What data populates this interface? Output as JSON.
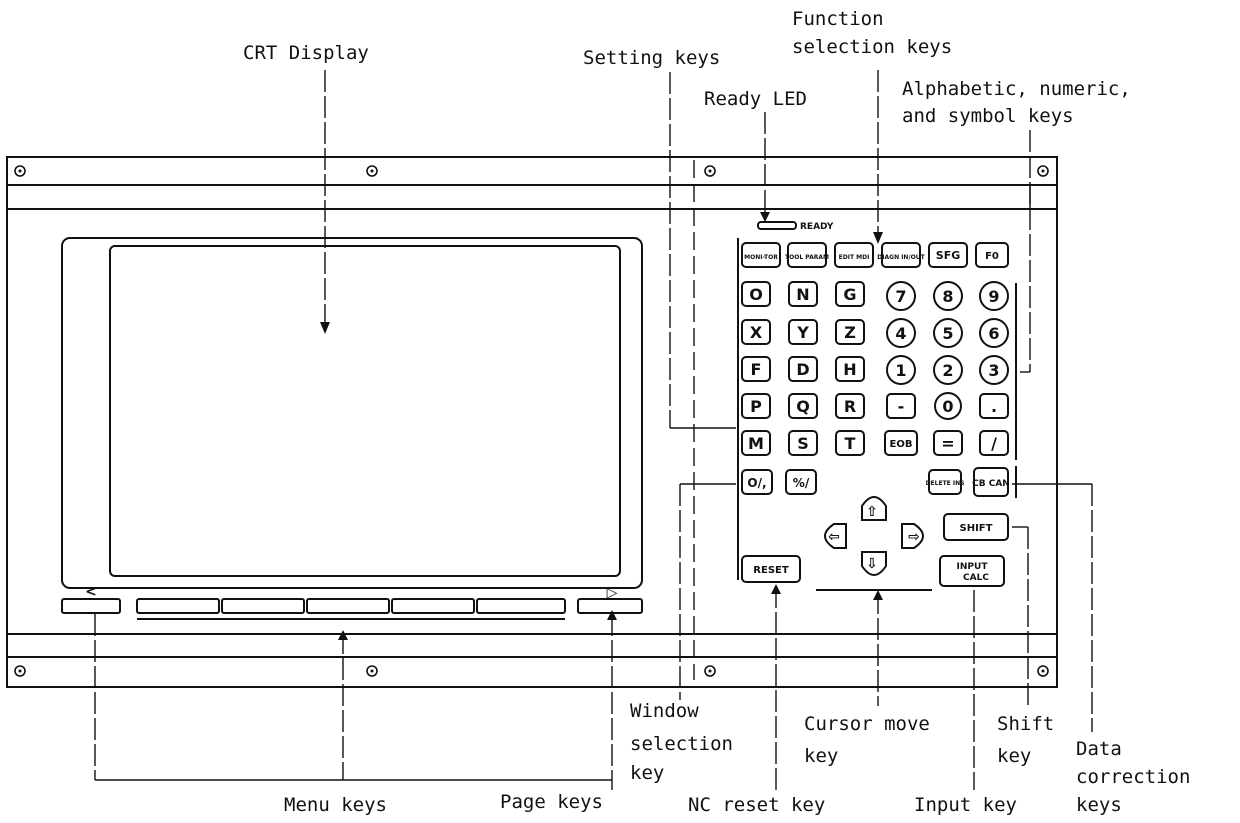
{
  "labels": {
    "crt_display": "CRT Display",
    "setting_keys": "Setting keys",
    "function_selection_keys_1": "Function",
    "function_selection_keys_2": "selection keys",
    "ready_led": "Ready LED",
    "alpha_keys_1": "Alphabetic, numeric,",
    "alpha_keys_2": "and symbol keys",
    "window_selection_key_1": "Window",
    "window_selection_key_2": "selection",
    "window_selection_key_3": "key",
    "cursor_move_key_1": "Cursor move",
    "cursor_move_key_2": "key",
    "shift_key_1": "Shift",
    "shift_key_2": "key",
    "data_correction_keys_1": "Data",
    "data_correction_keys_2": "correction",
    "data_correction_keys_3": "keys",
    "menu_keys": "Menu keys",
    "page_keys": "Page keys",
    "nc_reset_key": "NC reset key",
    "input_key": "Input key"
  },
  "panel": {
    "ready_text": "READY",
    "function_keys": [
      "MONI-TOR",
      "TOOL PARAM",
      "EDIT MDI",
      "DIAGN IN/OUT",
      "SFG",
      "F0"
    ],
    "alpha_rows": [
      [
        "O",
        "N",
        "G"
      ],
      [
        "X",
        "Y",
        "Z"
      ],
      [
        "F",
        "D",
        "H"
      ],
      [
        "P",
        "Q",
        "R"
      ],
      [
        "M",
        "S",
        "T"
      ]
    ],
    "numeric_rows": [
      [
        "7",
        "8",
        "9"
      ],
      [
        "4",
        "5",
        "6"
      ],
      [
        "1",
        "2",
        "3"
      ],
      [
        "-",
        "0",
        "."
      ],
      [
        "EOB",
        "=",
        "/"
      ]
    ],
    "window_keys": [
      "O/,",
      "%/"
    ],
    "delete_key": "DELETE INS",
    "cancel_key": "CB CAN",
    "shift_key": "SHIFT",
    "reset_key": "RESET",
    "input_key_1": "INPUT",
    "input_key_2": "CALC",
    "page_left": "<",
    "page_right": "▷"
  }
}
